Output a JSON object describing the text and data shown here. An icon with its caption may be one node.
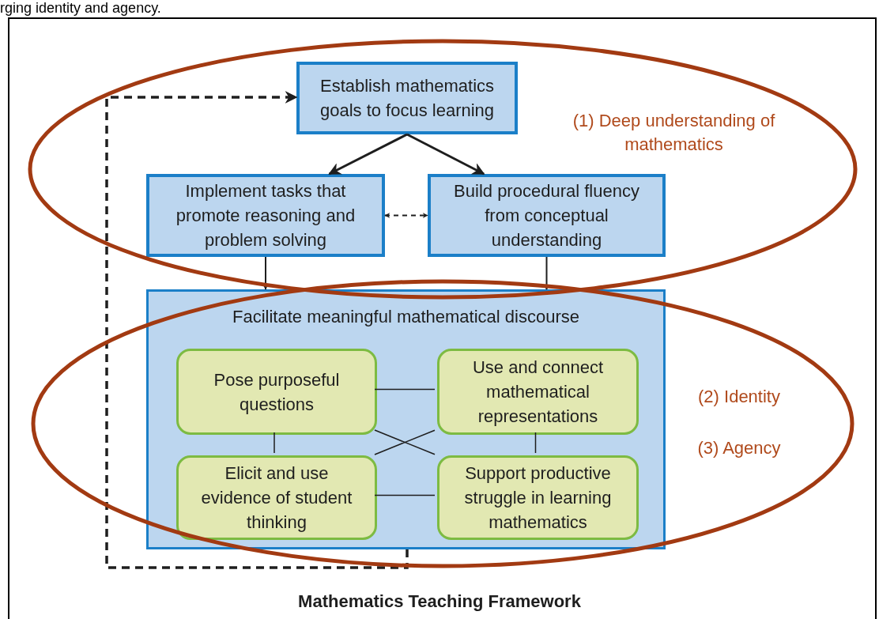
{
  "diagram": {
    "caption": "Mathematics Teaching Framework",
    "nodes": [
      {
        "text": [
          "Establish mathematics goals to focus learning"
        ]
      },
      {
        "text": [
          "Implement tasks that promote reasoning and problem solving"
        ]
      },
      {
        "text": [
          "Build procedural fluency from conceptual understanding"
        ]
      },
      {
        "text": [
          "Facilitate meaningful mathematical discourse"
        ]
      },
      {
        "text": [
          "Pose purposeful questions"
        ],
        "in": 3
      },
      {
        "text": [
          "Use and connect mathematical representations"
        ],
        "in": 3
      },
      {
        "text": [
          "Elicit and use evidence of student thinking"
        ],
        "in": 3
      },
      {
        "text": [
          "Support productive struggle in learning mathematics"
        ],
        "in": 3
      }
    ],
    "edges": [
      {
        "from": 0,
        "to": 1,
        "arrow": "to"
      },
      {
        "from": 0,
        "to": 2,
        "arrow": "to"
      },
      {
        "from": 1,
        "to": 2,
        "arrow": "both",
        "style": "dashed"
      },
      {
        "from": 1,
        "to": 3,
        "arrow": "to"
      },
      {
        "from": 2,
        "to": 3,
        "arrow": "to"
      },
      {
        "from": 3,
        "to": 0,
        "arrow": "to",
        "style": "dashed"
      },
      {
        "from": 4,
        "to": 5,
        "arrow": "none"
      },
      {
        "from": 4,
        "to": 6,
        "arrow": "none"
      },
      {
        "from": 5,
        "to": 7,
        "arrow": "none"
      },
      {
        "from": 6,
        "to": 7,
        "arrow": "none"
      },
      {
        "from": 4,
        "to": 7,
        "arrow": "none"
      },
      {
        "from": 5,
        "to": 6,
        "arrow": "none"
      }
    ],
    "labels": [
      "rging identity and agency.",
      "(1) Deep understanding of mathematics",
      "(2) Identity",
      "(3) Agency"
    ]
  }
}
